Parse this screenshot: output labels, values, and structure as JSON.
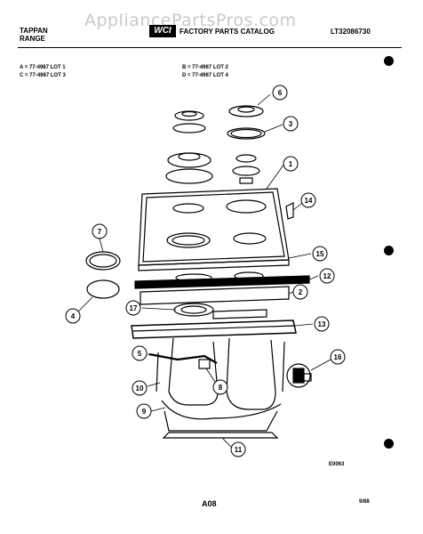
{
  "watermark": "AppliancePartsPros.com",
  "header": {
    "brand_line1": "TAPPAN",
    "brand_line2": "RANGE",
    "logo": "WCI",
    "catalog_title": "FACTORY PARTS CATALOG",
    "model_number": "LT32086730"
  },
  "lots": {
    "a": "A = 77-4987 LOT 1",
    "b": "B = 77-4987 LOT 2",
    "c": "C = 77-4987 LOT 3",
    "d": "D = 77-4987 LOT 4"
  },
  "callouts": [
    "1",
    "2",
    "3",
    "4",
    "5",
    "6",
    "7",
    "8",
    "9",
    "10",
    "11",
    "12",
    "13",
    "14",
    "15",
    "16",
    "17"
  ],
  "footer": {
    "drawing_code": "E0063",
    "page": "A08",
    "date": "9/88"
  }
}
